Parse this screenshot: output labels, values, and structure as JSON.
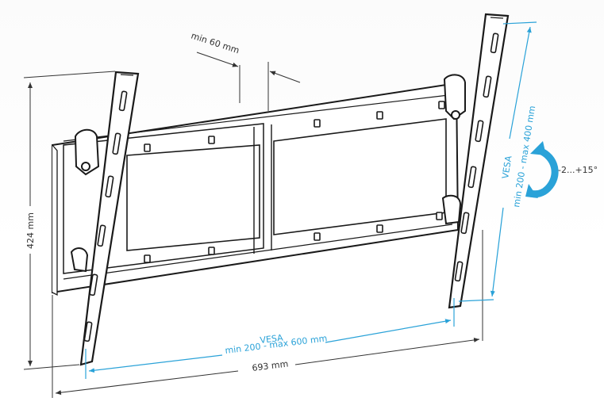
{
  "labels": {
    "min_gap": "min 60 mm",
    "height": "424 mm",
    "width": "693 mm",
    "vesa_h_title": "VESA",
    "vesa_h_range": "min 200 - max 600 mm",
    "vesa_v_title": "VESA",
    "vesa_v_range": "min 200 - max 400 mm",
    "tilt": "-2...+15°"
  },
  "colors": {
    "line": "#1a1a1a",
    "dimension": "#333333",
    "accent": "#2aa2d8"
  }
}
